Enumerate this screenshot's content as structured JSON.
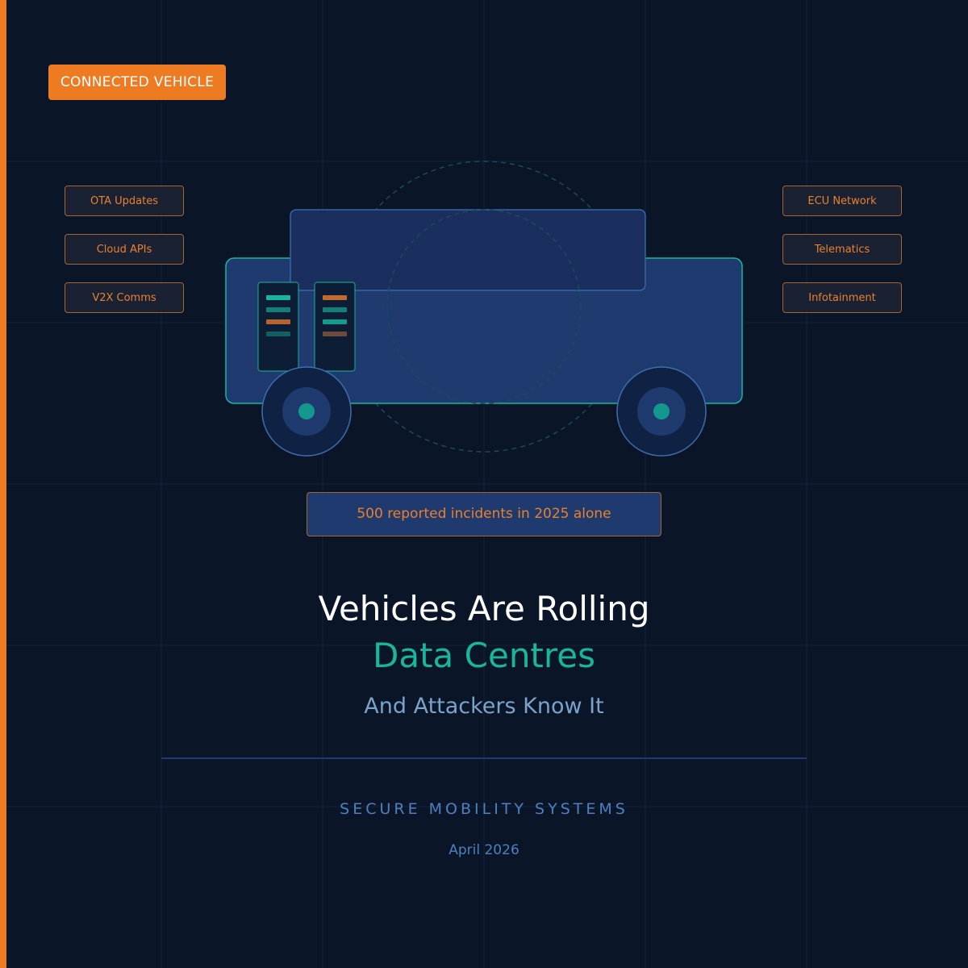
{
  "badge": {
    "label": "CONNECTED VEHICLE"
  },
  "left_tags": [
    {
      "label": "OTA Updates"
    },
    {
      "label": "Cloud APIs"
    },
    {
      "label": "V2X Comms"
    }
  ],
  "right_tags": [
    {
      "label": "ECU Network"
    },
    {
      "label": "Telematics"
    },
    {
      "label": "Infotainment"
    }
  ],
  "incident": {
    "text": "500 reported incidents in 2025 alone"
  },
  "headline": {
    "line1": "Vehicles Are Rolling",
    "line2": "Data Centres",
    "subtitle": "And Attackers Know It"
  },
  "footer": {
    "brand": "SECURE MOBILITY SYSTEMS",
    "date": "April 2026"
  },
  "colors": {
    "background": "#0a1527",
    "accent_orange": "#ee7b21",
    "accent_teal": "#19b69d",
    "vehicle_body": "#1f3a6e",
    "subtitle_blue": "#7aa3cc",
    "footer_blue": "#4e80bf"
  },
  "icons": {
    "vehicle": "truck-illustration-icon",
    "wheel": "wheel-icon",
    "server": "server-rack-icon"
  }
}
